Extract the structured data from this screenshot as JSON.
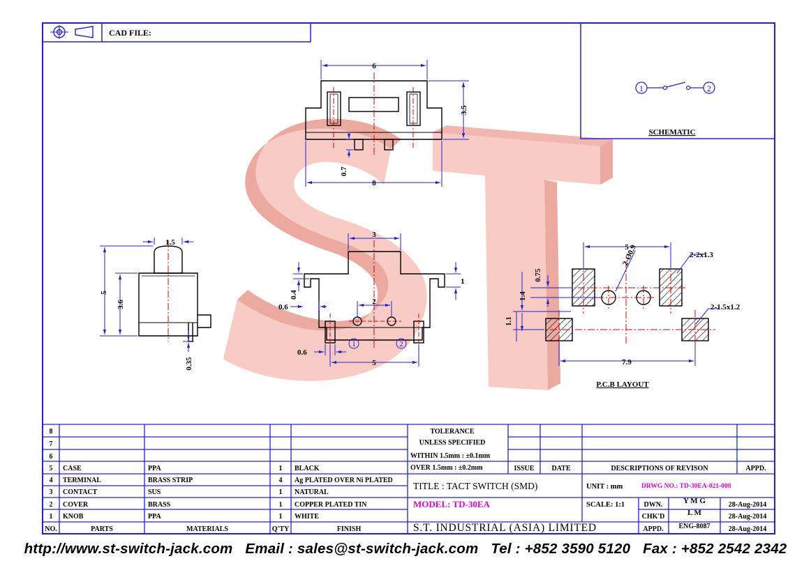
{
  "header": {
    "cad_file_label": "CAD FILE:"
  },
  "watermark": {
    "text": "ST"
  },
  "schematic": {
    "title": "SCHEMATIC",
    "pin1": "1",
    "pin2": "2"
  },
  "pcb": {
    "title": "P.C.B LAYOUT",
    "dim_5": "5",
    "dim_holes": "2-Ø0.9",
    "dim_075": "0.75",
    "dim_14": "1.4",
    "dim_11": "1.1",
    "dim_79": "7.9",
    "pad_top": "2-2x1.3",
    "pad_bottom": "2-1.5x1.2"
  },
  "top_view": {
    "dim_6": "6",
    "dim_35": "3.5",
    "dim_07": "0.7",
    "dim_8": "8"
  },
  "side_view": {
    "dim_15": "1.5",
    "dim_5": "5",
    "dim_36": "3.6",
    "dim_035": "0.35"
  },
  "front_view": {
    "dim_3": "3",
    "dim_04": "0.4",
    "dim_1": "1",
    "dim_06a": "0.6",
    "dim_2": "2",
    "dim_06b": "0.6",
    "dim_5": "5",
    "pin1": "1",
    "pin2": "2"
  },
  "bom": {
    "rows": [
      {
        "no": "8",
        "part": "",
        "material": "",
        "qty": "",
        "finish": ""
      },
      {
        "no": "7",
        "part": "",
        "material": "",
        "qty": "",
        "finish": ""
      },
      {
        "no": "6",
        "part": "",
        "material": "",
        "qty": "",
        "finish": ""
      },
      {
        "no": "5",
        "part": "CASE",
        "material": "PPA",
        "qty": "1",
        "finish": "BLACK"
      },
      {
        "no": "4",
        "part": "TERMINAL",
        "material": "BRASS STRIP",
        "qty": "4",
        "finish": "Ag PLATED OVER Ni PLATED"
      },
      {
        "no": "3",
        "part": "CONTACT",
        "material": "SUS",
        "qty": "1",
        "finish": "NATURAL"
      },
      {
        "no": "2",
        "part": "COVER",
        "material": "BRASS",
        "qty": "1",
        "finish": "COPPER PLATED TIN"
      },
      {
        "no": "1",
        "part": "KNOB",
        "material": "PPA",
        "qty": "1",
        "finish": "WHITE"
      }
    ],
    "headers": {
      "no": "NO.",
      "part": "PARTS",
      "material": "MATERIALS",
      "qty": "Q'TY",
      "finish": "FINISH"
    }
  },
  "tolerance": {
    "line1": "TOLERANCE",
    "line2": "UNLESS   SPECIFIED",
    "within": "WITHIN  1.5mm : ±0.1mm",
    "over": "OVER    1.5mm : ±0.2mm"
  },
  "revision": {
    "issue": "ISSUE",
    "date": "DATE",
    "desc": "DESCRIPTIONS  OF  REVISON",
    "appd": "APPD."
  },
  "title_block": {
    "title": "TITLE : TACT SWITCH (SMD)",
    "unit": "UNIT :   mm",
    "drwg": "DRWG  NO.: TD-30EA-021-008",
    "model": "MODEL: TD-30EA",
    "scale": "SCALE:   1:1",
    "company": "S.T.  INDUSTRIAL  (ASIA)  LIMITED",
    "dwn_label": "DWN.",
    "dwn_name": "Y M G",
    "dwn_date": "28-Aug-2014",
    "chkd_label": "CHK'D",
    "chkd_name": "L M",
    "chkd_date": "28-Aug-2014",
    "appd_label": "APPD.",
    "appd_name": "ENG-8087",
    "appd_date": "28-Aug-2014"
  },
  "footer": {
    "website": "http://www.st-switch-jack.com",
    "email": "Email : sales@st-switch-jack.com",
    "tel": "Tel : +852 3590 5120",
    "fax": "Fax : +852 2542 2342"
  },
  "colors": {
    "frame": "#2020d8",
    "dim": "#2020d8",
    "center": "#e00000",
    "magenta": "#e000d0",
    "watermark": "#f4b3aa"
  }
}
